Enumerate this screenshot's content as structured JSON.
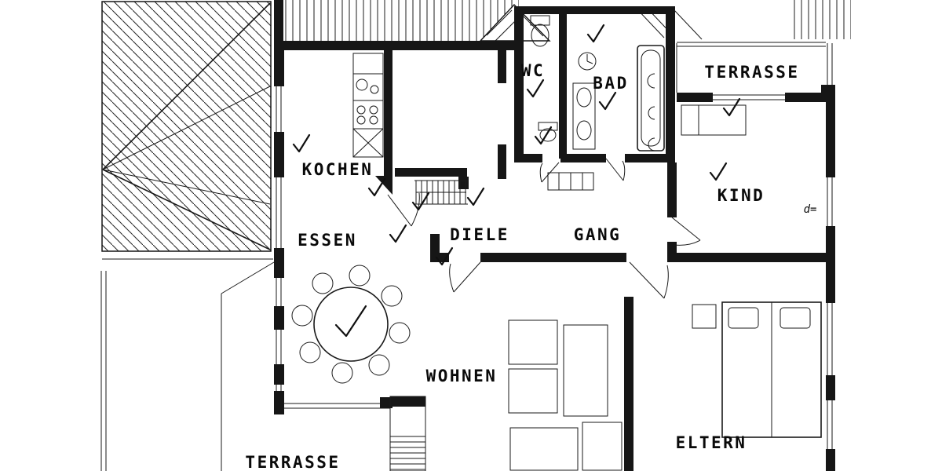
{
  "meta": {
    "title": "Apartment floor plan",
    "type": "architectural-floor-plan"
  },
  "palette": {
    "paper": "#ffffff",
    "ink": "#161616"
  },
  "rooms": [
    {
      "id": "terrasse-top-right",
      "label": "TERRASSE"
    },
    {
      "id": "wc",
      "label": "WC"
    },
    {
      "id": "bad",
      "label": "BAD"
    },
    {
      "id": "kind",
      "label": "KIND"
    },
    {
      "id": "kochen",
      "label": "KOCHEN"
    },
    {
      "id": "essen",
      "label": "ESSEN"
    },
    {
      "id": "diele",
      "label": "DIELE"
    },
    {
      "id": "gang",
      "label": "GANG"
    },
    {
      "id": "wohnen",
      "label": "WOHNEN"
    },
    {
      "id": "eltern",
      "label": "ELTERN"
    },
    {
      "id": "terrasse-bottom-left",
      "label": "TERRASSE"
    }
  ],
  "annotations": [
    {
      "id": "dimension-note",
      "label": "d="
    }
  ]
}
